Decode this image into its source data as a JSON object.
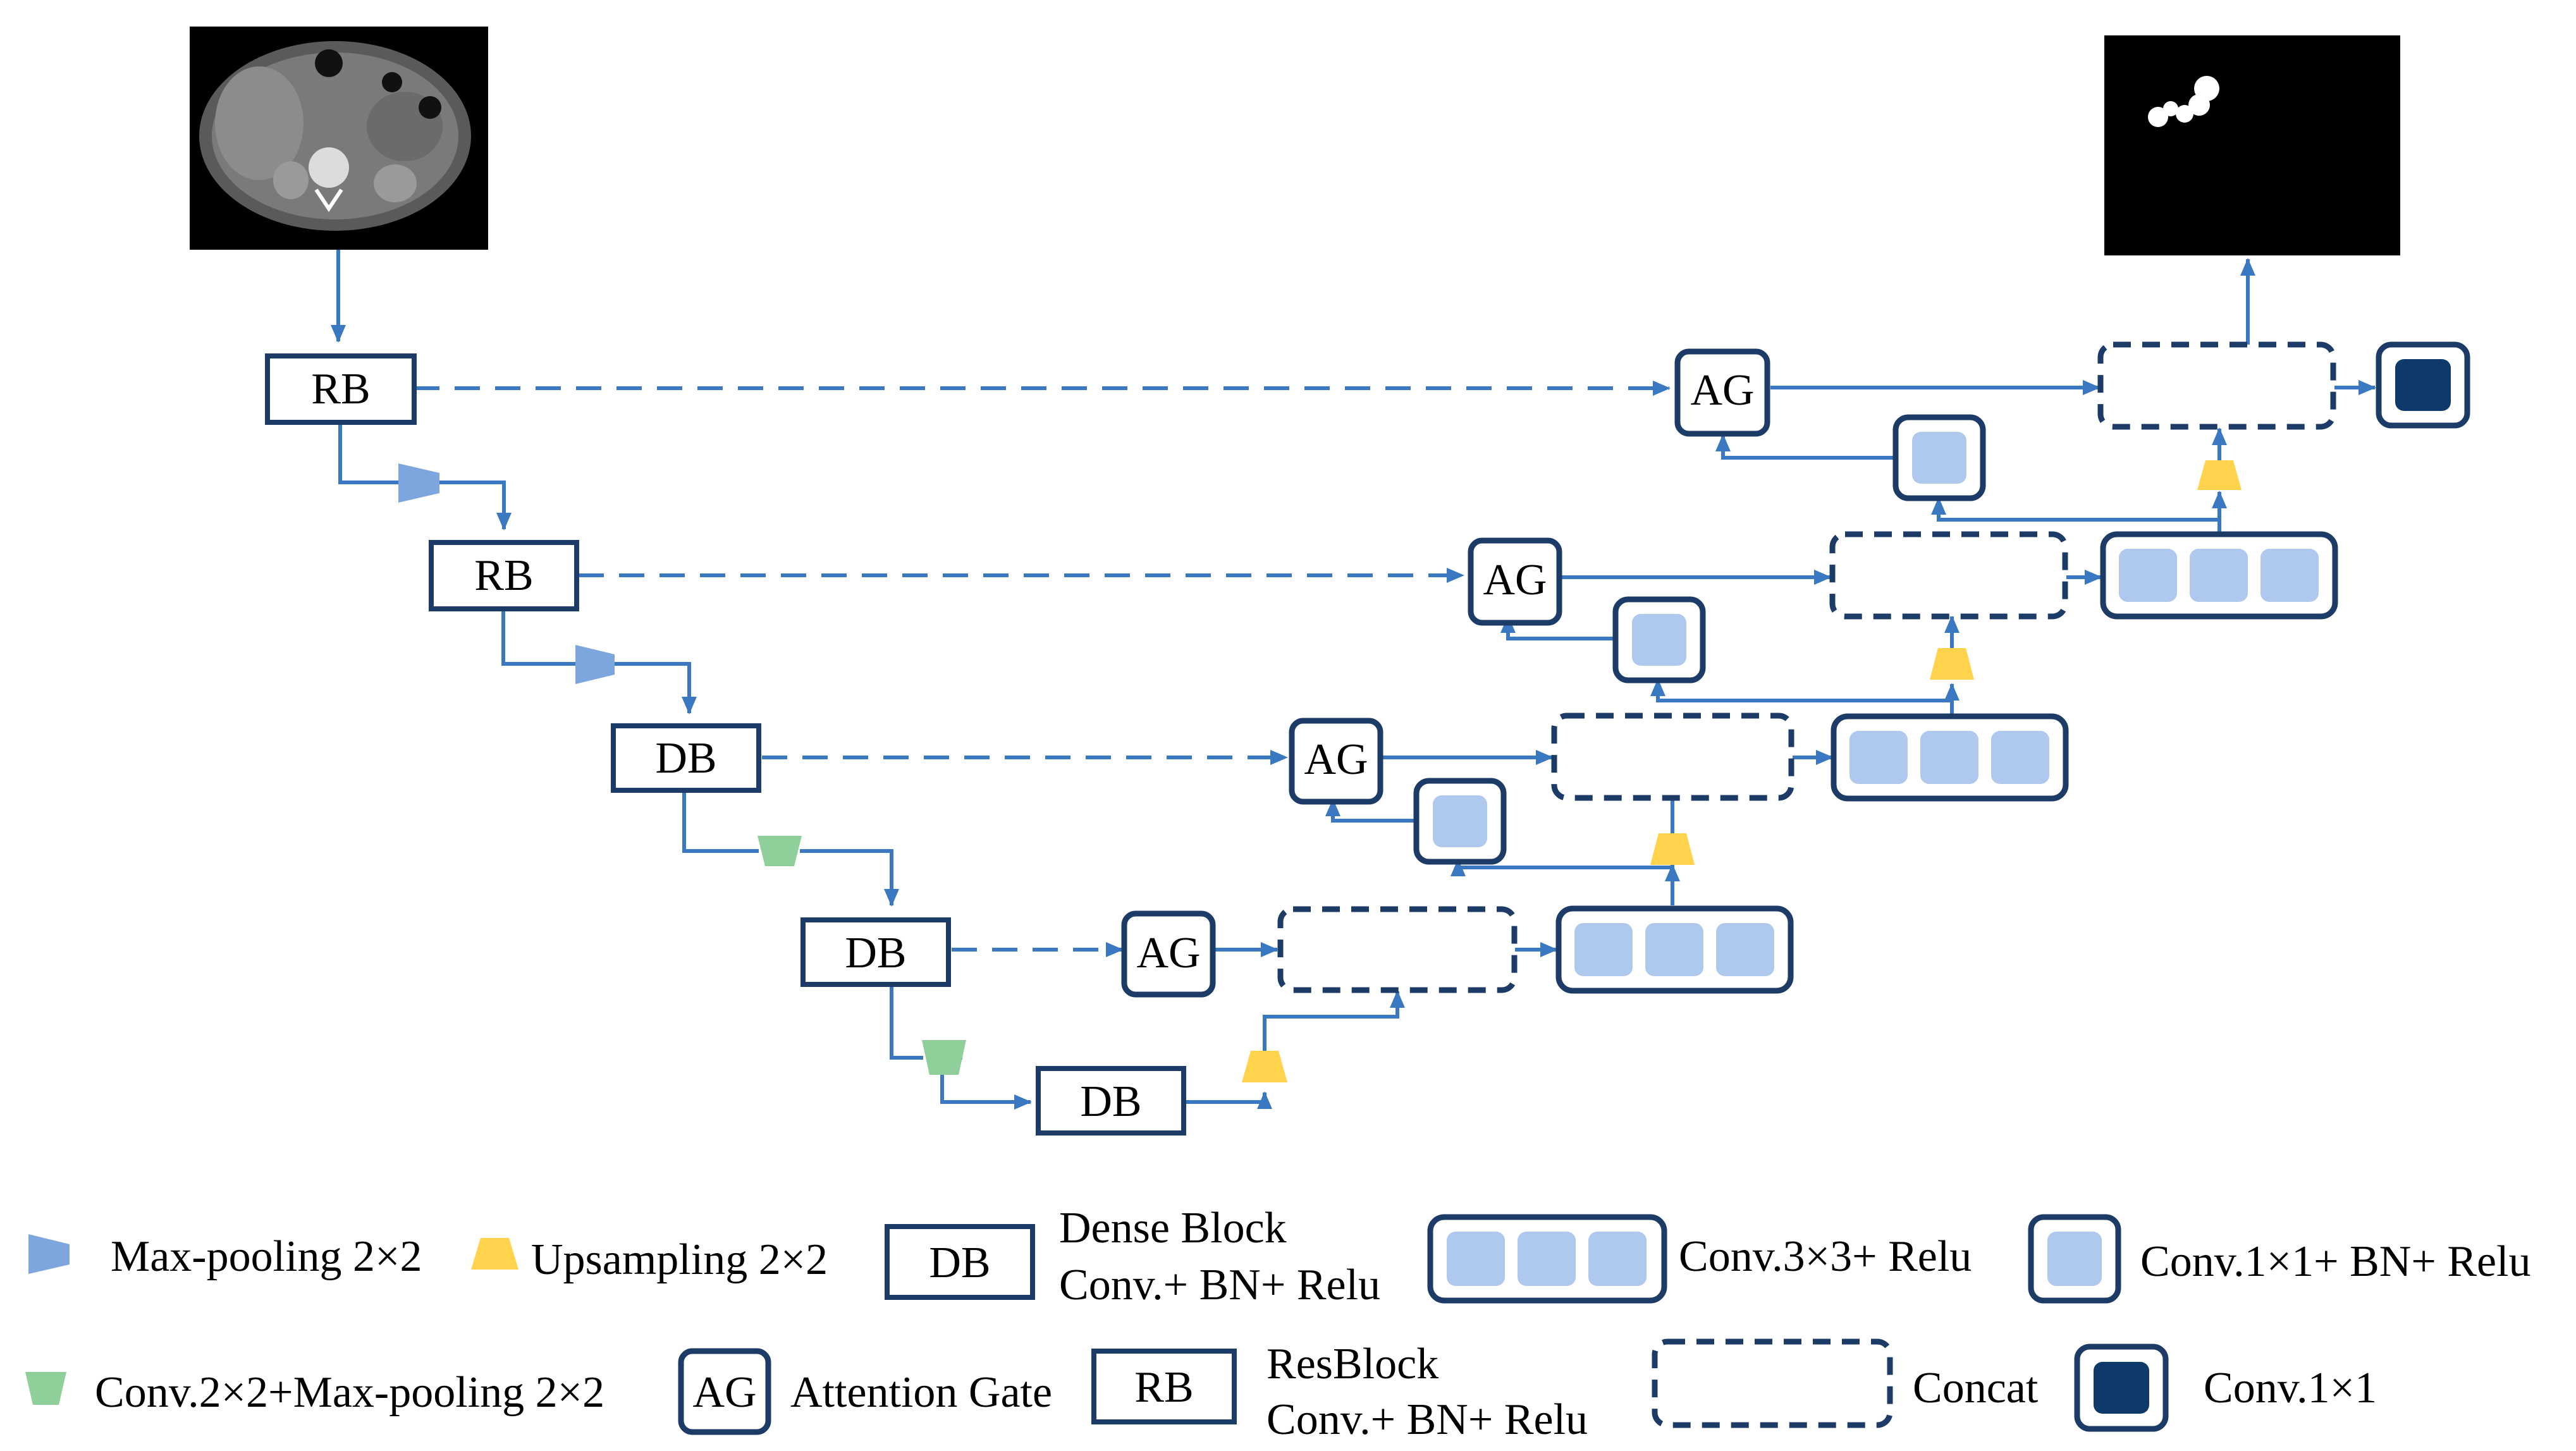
{
  "images": {
    "input": {
      "kind": "abdominal CT slice"
    },
    "output": {
      "kind": "binary segmentation mask"
    }
  },
  "encoder_blocks": [
    "RB",
    "RB",
    "DB",
    "DB",
    "DB"
  ],
  "attention_gates": [
    "AG",
    "AG",
    "AG",
    "AG"
  ],
  "colors": {
    "arrow": "#3a78c2",
    "box_border": "#1c3b66",
    "dashed_border": "#1c3b66",
    "conv_fill": "#aec8ee",
    "conv1x1_dark": "#0d3a6b",
    "maxpool": "#7ea6de",
    "upsample": "#ffd34c",
    "conv_maxpool": "#8fd09a"
  },
  "legend": {
    "maxpool": "Max-pooling 2×2",
    "upsample": "Upsampling 2×2",
    "db_symbol": "DB",
    "db_title": "Dense Block",
    "db_detail": "Conv.+ BN+ Relu",
    "conv3": "Conv.3×3+ Relu",
    "conv1_bn": "Conv.1×1+ BN+ Relu",
    "conv_maxpool": "Conv.2×2+Max-pooling 2×2",
    "ag_symbol": "AG",
    "ag_title": "Attention Gate",
    "rb_symbol": "RB",
    "rb_title": "ResBlock",
    "rb_detail": "Conv.+ BN+ Relu",
    "concat": "Concat",
    "conv1": "Conv.1×1"
  }
}
